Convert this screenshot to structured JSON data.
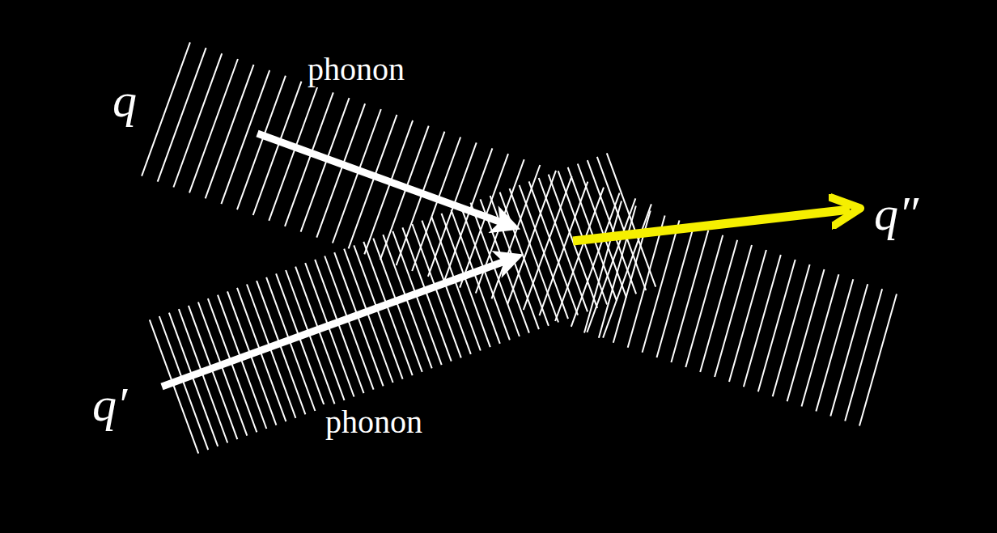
{
  "diagram": {
    "labels": [
      "q",
      "phonon",
      "q′",
      "phonon",
      "q″"
    ]
  }
}
